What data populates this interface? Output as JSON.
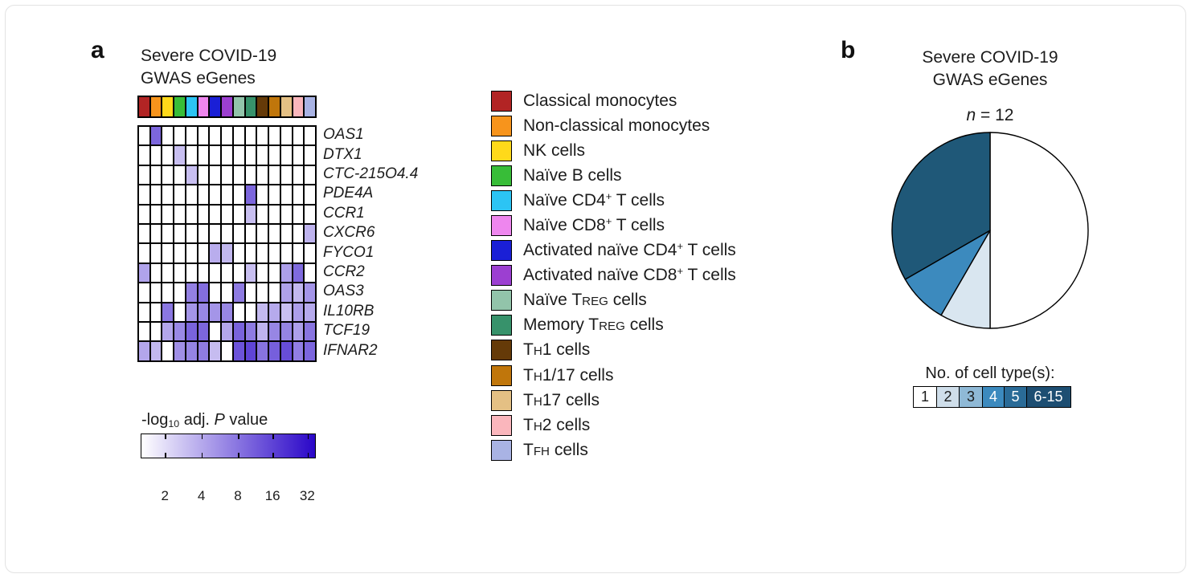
{
  "panel_a": {
    "label": "a",
    "title_line1": "Severe COVID-19",
    "title_line2": "GWAS eGenes",
    "colorbar_title_segments": [
      {
        "t": "-log"
      },
      {
        "t": "10",
        "s": "sub"
      },
      {
        "t": " adj. "
      },
      {
        "t": "P",
        "s": "i"
      },
      {
        "t": " value"
      }
    ]
  },
  "panel_b": {
    "label": "b",
    "title_line1": "Severe COVID-19",
    "title_line2": "GWAS eGenes",
    "n_segments": [
      {
        "t": "n",
        "s": "i"
      },
      {
        "t": " = 12"
      }
    ],
    "legend_title": "No. of cell type(s):"
  },
  "cell_types": [
    {
      "color": "#b22424",
      "segments": [
        {
          "t": "Classical monocytes"
        }
      ]
    },
    {
      "color": "#f7941c",
      "segments": [
        {
          "t": "Non-classical monocytes"
        }
      ]
    },
    {
      "color": "#ffd91a",
      "segments": [
        {
          "t": "NK cells"
        }
      ]
    },
    {
      "color": "#38bd38",
      "segments": [
        {
          "t": "Naïve B cells"
        }
      ]
    },
    {
      "color": "#2cc4f4",
      "segments": [
        {
          "t": "Naïve CD4"
        },
        {
          "t": "+",
          "s": "sup"
        },
        {
          "t": " T cells"
        }
      ]
    },
    {
      "color": "#ee86ee",
      "segments": [
        {
          "t": "Naïve CD8"
        },
        {
          "t": "+",
          "s": "sup"
        },
        {
          "t": " T cells"
        }
      ]
    },
    {
      "color": "#1a1fd6",
      "segments": [
        {
          "t": "Activated naïve CD4"
        },
        {
          "t": "+",
          "s": "sup"
        },
        {
          "t": " T cells"
        }
      ]
    },
    {
      "color": "#9c3fd1",
      "segments": [
        {
          "t": "Activated naïve CD8"
        },
        {
          "t": "+",
          "s": "sup"
        },
        {
          "t": " T cells"
        }
      ]
    },
    {
      "color": "#92c4aa",
      "segments": [
        {
          "t": "Naïve T"
        },
        {
          "t": "REG",
          "s": "small"
        },
        {
          "t": " cells"
        }
      ]
    },
    {
      "color": "#37926b",
      "segments": [
        {
          "t": "Memory T"
        },
        {
          "t": "REG",
          "s": "small"
        },
        {
          "t": " cells"
        }
      ]
    },
    {
      "color": "#653a08",
      "segments": [
        {
          "t": "T"
        },
        {
          "t": "H",
          "s": "small"
        },
        {
          "t": "1 cells"
        }
      ]
    },
    {
      "color": "#c0760b",
      "segments": [
        {
          "t": "T"
        },
        {
          "t": "H",
          "s": "small"
        },
        {
          "t": "1/17 cells"
        }
      ]
    },
    {
      "color": "#e4c084",
      "segments": [
        {
          "t": "T"
        },
        {
          "t": "H",
          "s": "small"
        },
        {
          "t": "17 cells"
        }
      ]
    },
    {
      "color": "#fab6bc",
      "segments": [
        {
          "t": "T"
        },
        {
          "t": "H",
          "s": "small"
        },
        {
          "t": "2 cells"
        }
      ]
    },
    {
      "color": "#a9b3e4",
      "segments": [
        {
          "t": "T"
        },
        {
          "t": "FH",
          "s": "small"
        },
        {
          "t": " cells"
        }
      ]
    }
  ],
  "chart_data": [
    {
      "type": "heatmap",
      "title": "Severe COVID-19 GWAS eGenes",
      "value_label": "-log10 adj. P value",
      "rows": [
        "OAS1",
        "DTX1",
        "CTC-215O4.4",
        "PDE4A",
        "CCR1",
        "CXCR6",
        "FYCO1",
        "CCR2",
        "OAS3",
        "IL10RB",
        "TCF19",
        "IFNAR2"
      ],
      "columns": [
        "Classical monocytes",
        "Non-classical monocytes",
        "NK cells",
        "Naïve B cells",
        "Naïve CD4+ T cells",
        "Naïve CD8+ T cells",
        "Activated naïve CD4+ T cells",
        "Activated naïve CD8+ T cells",
        "Naïve TREG cells",
        "Memory TREG cells",
        "TH1 cells",
        "TH1/17 cells",
        "TH17 cells",
        "TH2 cells",
        "TFH cells"
      ],
      "column_colors": [
        "#b22424",
        "#f7941c",
        "#ffd91a",
        "#38bd38",
        "#2cc4f4",
        "#ee86ee",
        "#1a1fd6",
        "#9c3fd1",
        "#92c4aa",
        "#37926b",
        "#653a08",
        "#c0760b",
        "#e4c084",
        "#fab6bc",
        "#a9b3e4"
      ],
      "values_note": "approximate -log10 adjusted P values read from cell shading; 0 = not significant (white)",
      "values": [
        [
          0,
          10,
          0,
          0,
          0,
          0,
          0,
          0,
          0,
          0,
          0,
          0,
          0,
          0,
          0
        ],
        [
          0,
          0,
          0,
          3,
          0,
          0,
          0,
          0,
          0,
          0,
          0,
          0,
          0,
          0,
          0
        ],
        [
          0,
          0,
          0,
          0,
          3,
          0,
          0,
          0,
          0,
          0,
          0,
          0,
          0,
          0,
          0
        ],
        [
          0,
          0,
          0,
          0,
          0,
          0,
          0,
          0,
          0,
          10,
          0,
          0,
          0,
          0,
          0
        ],
        [
          0,
          0,
          0,
          0,
          0,
          0,
          0,
          0,
          0,
          3,
          0,
          0,
          0,
          0,
          0
        ],
        [
          0,
          0,
          0,
          0,
          0,
          0,
          0,
          0,
          0,
          0,
          0,
          0,
          0,
          0,
          3.5
        ],
        [
          0,
          0,
          0,
          0,
          0,
          0,
          3.8,
          3.3,
          0,
          0,
          0,
          0,
          0,
          0,
          0
        ],
        [
          4.4,
          0,
          0,
          0,
          0,
          0,
          0,
          0,
          0,
          3,
          0,
          0,
          4.6,
          9.5,
          0
        ],
        [
          0,
          0,
          0,
          0,
          7,
          9,
          0,
          0,
          7.5,
          0,
          0,
          0,
          4.5,
          3.3,
          5.3
        ],
        [
          0,
          0,
          8,
          0,
          5.3,
          6.4,
          5.3,
          6.4,
          0,
          0,
          3.2,
          4,
          3,
          4.6,
          4
        ],
        [
          0,
          0,
          4.2,
          6.2,
          10.5,
          10,
          0,
          4.2,
          10.5,
          7.5,
          3.5,
          6.5,
          6.7,
          4.6,
          8.2
        ],
        [
          4.2,
          3.3,
          0,
          5.7,
          6.7,
          7.4,
          3.1,
          0,
          13,
          16,
          8.4,
          11,
          14,
          7.2,
          10
        ]
      ],
      "scale_ticks": [
        2,
        4,
        8,
        16,
        32
      ],
      "scale_tick_positions": [
        0.14,
        0.35,
        0.56,
        0.76,
        0.96
      ],
      "scale_range": [
        1.25,
        37
      ],
      "scale_colors": [
        "#ffffff",
        "#2a06c8"
      ]
    },
    {
      "type": "pie",
      "title": "Severe COVID-19 GWAS eGenes",
      "subtitle": "n = 12",
      "n": 12,
      "legend_title": "No. of cell type(s):",
      "slices": [
        {
          "label": "1",
          "value": 6,
          "color": "#ffffff"
        },
        {
          "label": "2",
          "value": 1,
          "color": "#d9e6f0"
        },
        {
          "label": "4",
          "value": 1,
          "color": "#3c8abe"
        },
        {
          "label": "6-15",
          "value": 4,
          "color": "#1f5878"
        }
      ],
      "legend": [
        {
          "label": "1",
          "color": "#ffffff",
          "text_color": "#1b1b1b",
          "width": 28
        },
        {
          "label": "2",
          "color": "#cfdeea",
          "text_color": "#1b1b1b",
          "width": 28
        },
        {
          "label": "3",
          "color": "#8fb9d6",
          "text_color": "#1b1b1b",
          "width": 28
        },
        {
          "label": "4",
          "color": "#3c8abe",
          "text_color": "#ffffff",
          "width": 27
        },
        {
          "label": "5",
          "color": "#2a6b97",
          "text_color": "#ffffff",
          "width": 27
        },
        {
          "label": "6-15",
          "color": "#1d4e72",
          "text_color": "#ffffff",
          "width": 54
        }
      ]
    }
  ]
}
